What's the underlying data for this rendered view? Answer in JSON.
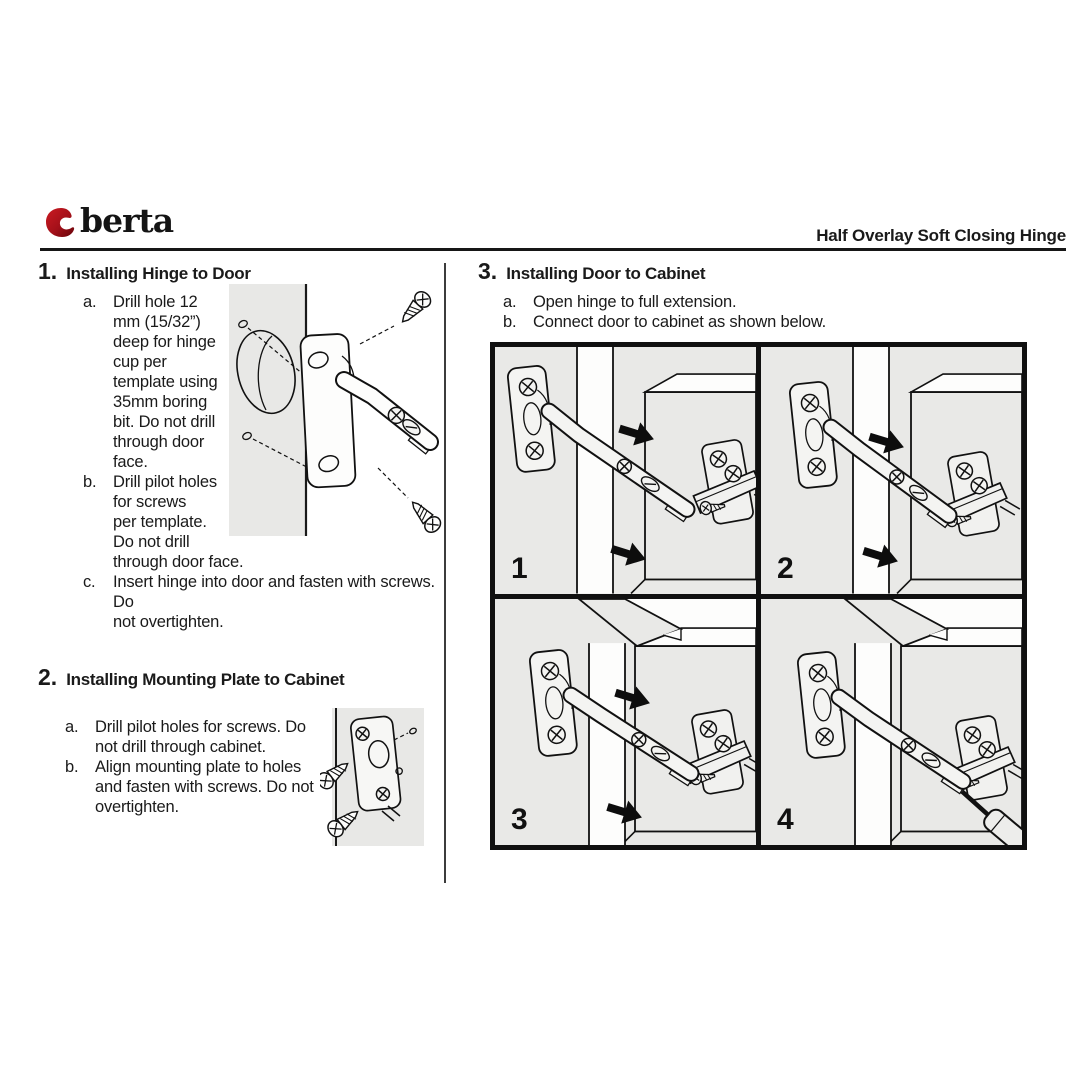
{
  "header": {
    "brand": "berta",
    "title": "Half Overlay Soft Closing Hinge",
    "brand_color_main": "#b11621",
    "brand_color_dark": "#670309"
  },
  "sections": [
    {
      "number": "1.",
      "title": "Installing Hinge to Door",
      "items": [
        {
          "marker": "a.",
          "text": "Drill hole 12\nmm (15/32”)\ndeep for hinge\ncup per\ntemplate using\n35mm boring\nbit. Do not drill\nthrough door\nface."
        },
        {
          "marker": "b.",
          "text": "Drill pilot holes\nfor screws\nper template.\nDo not drill\nthrough door face."
        },
        {
          "marker": "c.",
          "text": "Insert hinge into door and fasten with screws. Do\nnot overtighten."
        }
      ]
    },
    {
      "number": "2.",
      "title": "Installing Mounting Plate to Cabinet",
      "items": [
        {
          "marker": "a.",
          "text": "Drill pilot holes for screws. Do\nnot drill through cabinet."
        },
        {
          "marker": "b.",
          "text": "Align mounting plate to holes\nand fasten with screws. Do not\novertighten."
        }
      ]
    },
    {
      "number": "3.",
      "title": "Installing Door to Cabinet",
      "items": [
        {
          "marker": "a.",
          "text": "Open hinge to full extension."
        },
        {
          "marker": "b.",
          "text": "Connect door to cabinet as shown below."
        }
      ]
    }
  ],
  "figure": {
    "panels": [
      {
        "label": "1",
        "arrows": true,
        "screwdriver": false,
        "top_slab": false
      },
      {
        "label": "2",
        "arrows": true,
        "screwdriver": false,
        "top_slab": false
      },
      {
        "label": "3",
        "arrows": true,
        "screwdriver": false,
        "top_slab": true
      },
      {
        "label": "4",
        "arrows": false,
        "screwdriver": true,
        "top_slab": true
      }
    ]
  }
}
